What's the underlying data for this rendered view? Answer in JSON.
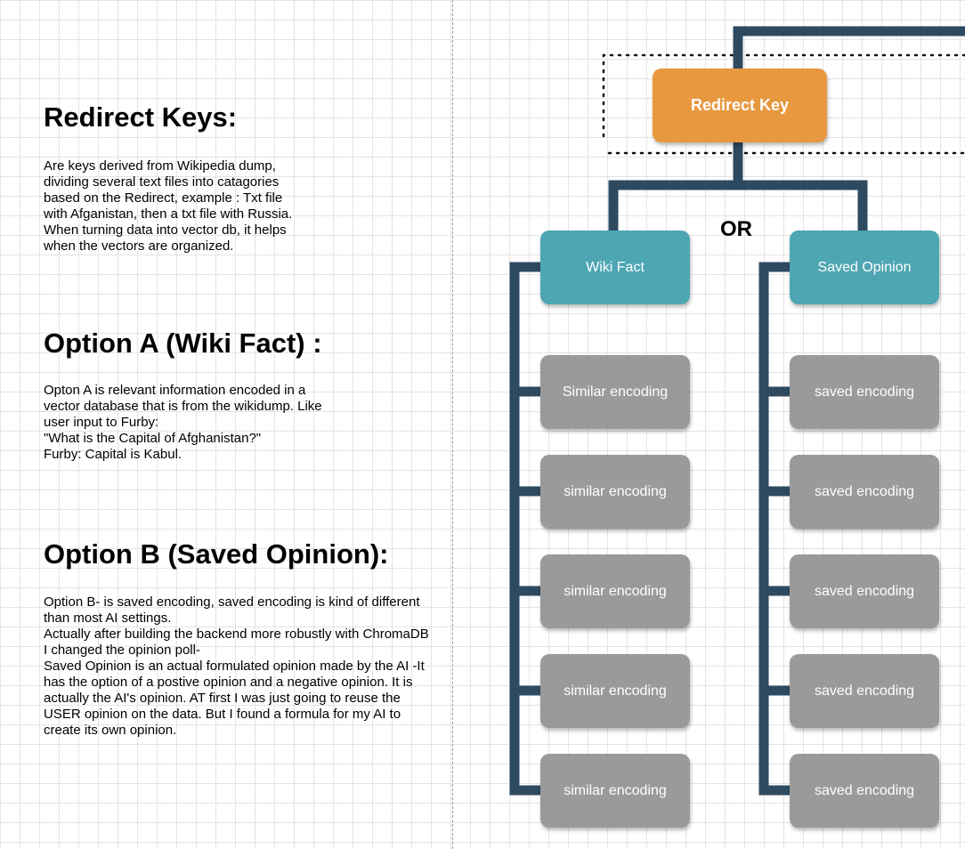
{
  "sections": {
    "redirect": {
      "heading": "Redirect Keys:",
      "body": "Are keys derived from Wikipedia dump,\ndividing several text files into catagories\nbased on the Redirect, example : Txt file\nwith Afganistan, then a txt file with Russia.\nWhen turning data into vector db, it helps\nwhen the vectors are organized."
    },
    "option_a": {
      "heading": "Option A (Wiki Fact) :",
      "body": "Opton A is relevant information encoded in a\nvector database that is from the wikidump. Like\nuser input to Furby:\n\"What is the Capital of Afghanistan?\"\nFurby: Capital is Kabul."
    },
    "option_b": {
      "heading": "Option B (Saved Opinion):",
      "body": "Option B- is saved encoding, saved encoding is kind of different\nthan most AI settings.\nActually after building the backend more robustly with ChromaDB\nI changed the opinion poll-\nSaved Opinion is an actual formulated opinion made by the AI -It\nhas the option of a postive opinion and a negative opinion. It is\nactually the AI's opinion. AT first I was just going to reuse the\nUSER opinion on the data. But I found a formula for my AI to\ncreate its own opinion."
    }
  },
  "diagram": {
    "root": "Redirect Key",
    "or_label": "OR",
    "left_branch": "Wiki Fact",
    "right_branch": "Saved Opinion",
    "left_items": [
      "Similar encoding",
      "similar encoding",
      "similar encoding",
      "similar encoding",
      "similar encoding"
    ],
    "right_items": [
      "saved encoding",
      "saved encoding",
      "saved encoding",
      "saved encoding",
      "saved encoding"
    ]
  },
  "colors": {
    "root_node": "#e8983e",
    "branch_node": "#4ea6b3",
    "item_node": "#9a9a9a",
    "connector": "#2d4a60"
  }
}
